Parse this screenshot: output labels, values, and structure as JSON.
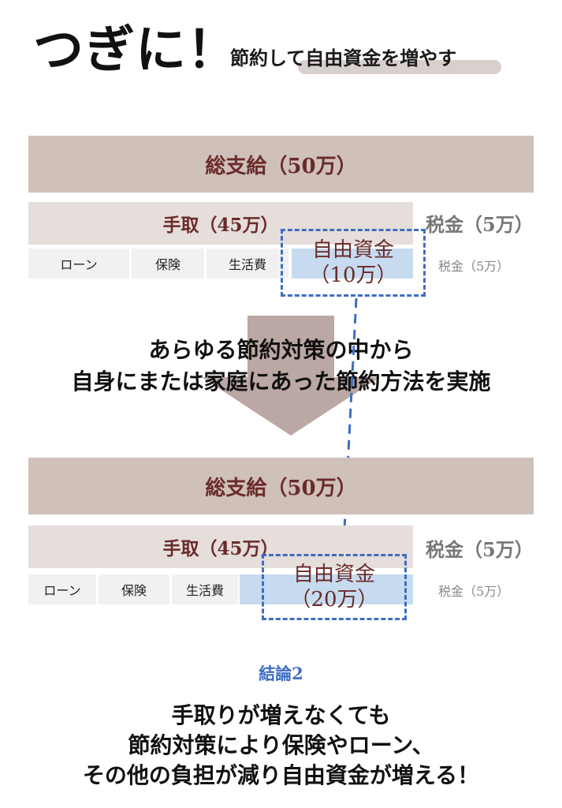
{
  "header": {
    "title": "つぎに！",
    "subtitle": "節約して自由資金を増やす"
  },
  "before": {
    "total": "総支給（50万）",
    "takehome": "手取（45万）",
    "tax_large": "税金（5万）",
    "expenses": [
      "ローン",
      "保険",
      "生活費"
    ],
    "free_label": "自由資金",
    "free_amount": "（10万）",
    "tax_small": "税金（5万）"
  },
  "middle": {
    "line1": "あらゆる節約対策の中から",
    "line2": "自身にまたは家庭にあった節約方法を実施"
  },
  "after": {
    "total": "総支給（50万）",
    "takehome": "手取（45万）",
    "tax_large": "税金（5万）",
    "expenses": [
      "ローン",
      "保険",
      "生活費"
    ],
    "free_label": "自由資金",
    "free_amount": "（20万）",
    "tax_small": "税金（5万）"
  },
  "conclusion": {
    "label": "結論2",
    "lines": [
      "手取りが増えなくても",
      "節約対策により保険やローン、",
      "その他の負担が減り自由資金が増える！"
    ]
  },
  "colors": {
    "total_bar": "#cfc0ba",
    "takehome_bar": "#e5dedb",
    "expense_cell": "#f1f1f1",
    "free_fund": "#c6dbef",
    "dashed_accent": "#3f6dc4",
    "text_maroon": "#6b2a2a"
  }
}
